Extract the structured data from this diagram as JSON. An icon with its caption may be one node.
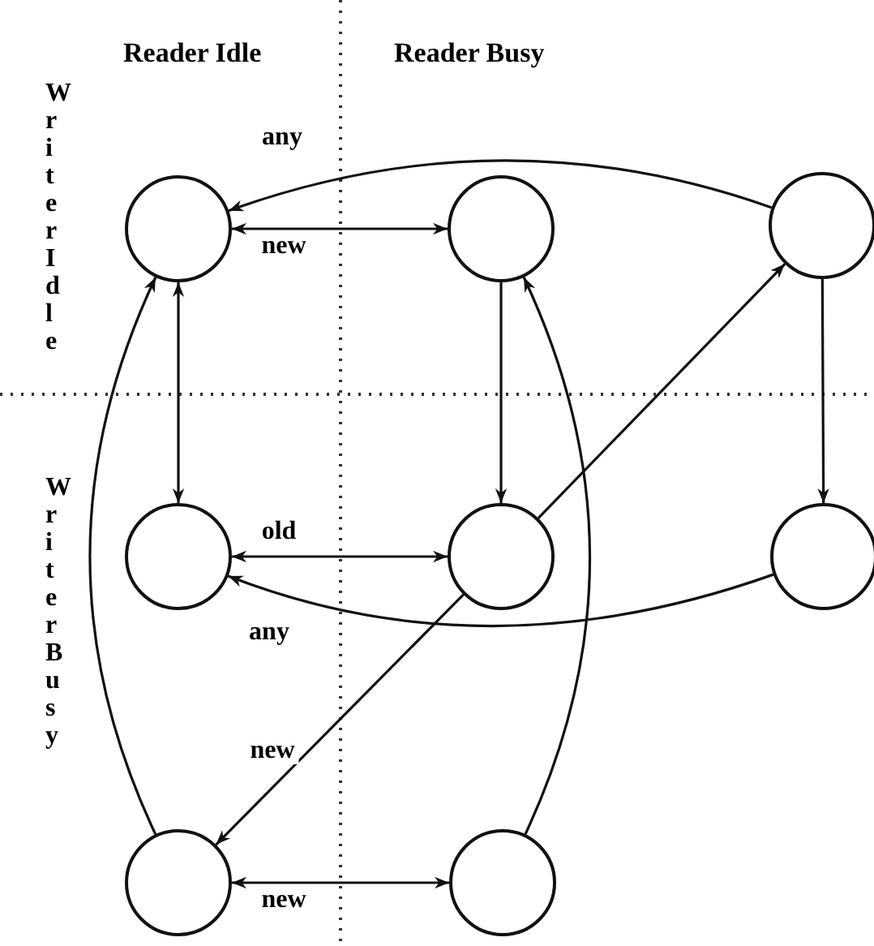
{
  "diagram": {
    "nodes": [
      {
        "text": [],
        "shape": "circle"
      },
      {
        "text": [],
        "shape": "circle"
      },
      {
        "text": [],
        "shape": "circle"
      },
      {
        "text": [],
        "shape": "circle"
      },
      {
        "text": [],
        "shape": "circle"
      },
      {
        "text": [],
        "shape": "circle"
      },
      {
        "text": [],
        "shape": "circle"
      },
      {
        "text": [],
        "shape": "circle"
      }
    ],
    "edges": [
      {
        "from": 2,
        "to": 0,
        "arrow": "to",
        "label": "any"
      },
      {
        "from": 0,
        "to": 1,
        "arrow": "both",
        "label": "new"
      },
      {
        "from": 0,
        "to": 3,
        "arrow": "both"
      },
      {
        "from": 1,
        "to": 4,
        "arrow": "to"
      },
      {
        "from": 2,
        "to": 5,
        "arrow": "to"
      },
      {
        "from": 3,
        "to": 4,
        "arrow": "both",
        "label": "old"
      },
      {
        "from": 5,
        "to": 3,
        "arrow": "to",
        "label": "any"
      },
      {
        "from": 4,
        "to": 2,
        "arrow": "to"
      },
      {
        "from": 4,
        "to": 6,
        "arrow": "to",
        "label": "new"
      },
      {
        "from": 6,
        "to": 0,
        "arrow": "to"
      },
      {
        "from": 7,
        "to": 1,
        "arrow": "to"
      },
      {
        "from": 6,
        "to": 7,
        "arrow": "both",
        "label": "new"
      }
    ],
    "labels": [
      "Reader Idle",
      "Reader Busy",
      "Writer Idle",
      "Writer Busy"
    ]
  }
}
